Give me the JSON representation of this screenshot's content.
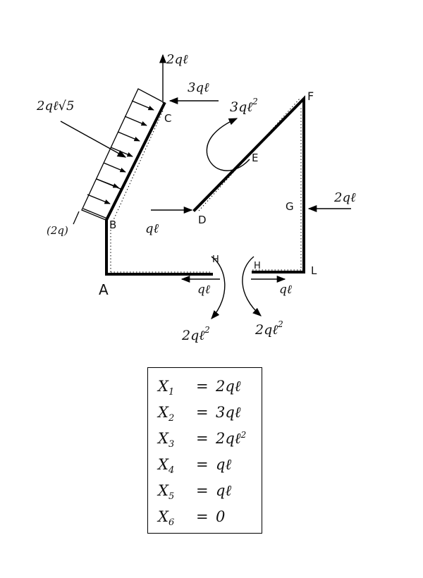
{
  "points": {
    "A": "A",
    "B": "B",
    "C": "C",
    "D": "D",
    "E": "E",
    "F": "F",
    "G": "G",
    "H_left": "H",
    "H_right": "H",
    "L": "L"
  },
  "loads": {
    "distributed_label": "2qℓ√5",
    "distributed_intensity": "(2q)",
    "c_vertical": "2qℓ",
    "c_horizontal": "3qℓ",
    "e_moment": "3qℓ",
    "e_moment_exp": "2",
    "g_force": "2qℓ",
    "d_force": "qℓ",
    "h_left_force": "qℓ",
    "h_left_moment": "2qℓ",
    "h_left_moment_exp": "2",
    "h_right_force": "qℓ",
    "h_right_moment": "2qℓ",
    "h_right_moment_exp": "2"
  },
  "results": [
    {
      "var": "X",
      "sub": "1",
      "eq": "=",
      "val": "2qℓ",
      "exp": ""
    },
    {
      "var": "X",
      "sub": "2",
      "eq": "=",
      "val": "3qℓ",
      "exp": ""
    },
    {
      "var": "X",
      "sub": "3",
      "eq": "=",
      "val": "2qℓ",
      "exp": "2"
    },
    {
      "var": "X",
      "sub": "4",
      "eq": "=",
      "val": "qℓ",
      "exp": ""
    },
    {
      "var": "X",
      "sub": "5",
      "eq": "=",
      "val": "qℓ",
      "exp": ""
    },
    {
      "var": "X",
      "sub": "6",
      "eq": "=",
      "val": "0",
      "exp": ""
    }
  ]
}
